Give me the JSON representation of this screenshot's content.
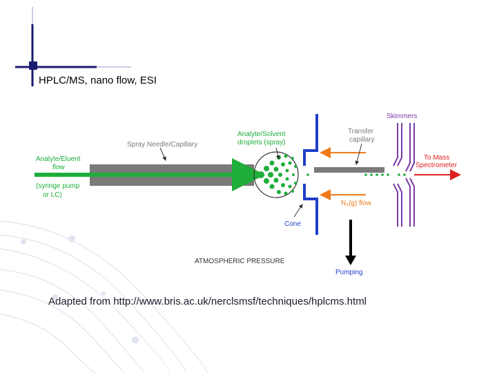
{
  "slide": {
    "title": "HPLC/MS, nano flow,  ESI",
    "caption": "Adapted from http://www.bris.ac.uk/nerclsmsf/techniques/hplcms.html"
  },
  "diagram": {
    "labels": {
      "analyte_eluent_1": "Analyte/Eluent",
      "analyte_eluent_2": "flow",
      "syringe_1": "(syringe pump",
      "syringe_2": "or LC)",
      "spray_needle": "Spray Needle/Capillary",
      "droplets_1": "Analyte/Solvent",
      "droplets_2": "droplets (spray)",
      "transfer_1": "Transfer",
      "transfer_2": "capillary",
      "skimmers": "Skimmers",
      "to_mass_1": "To Mass",
      "to_mass_2": "Spectrometer",
      "n2_flow": "N₂(g) flow",
      "cone": "Cone",
      "atmospheric": "ATMOSPHERIC PRESSURE",
      "pumping": "Pumping"
    },
    "colors": {
      "green": "#1fae3a",
      "red": "#e02020",
      "orange": "#f07a1a",
      "blue": "#1f3ec8",
      "purple": "#7a3aa8",
      "gray": "#7a7a7a",
      "label_gray": "#7a7a7a"
    }
  }
}
